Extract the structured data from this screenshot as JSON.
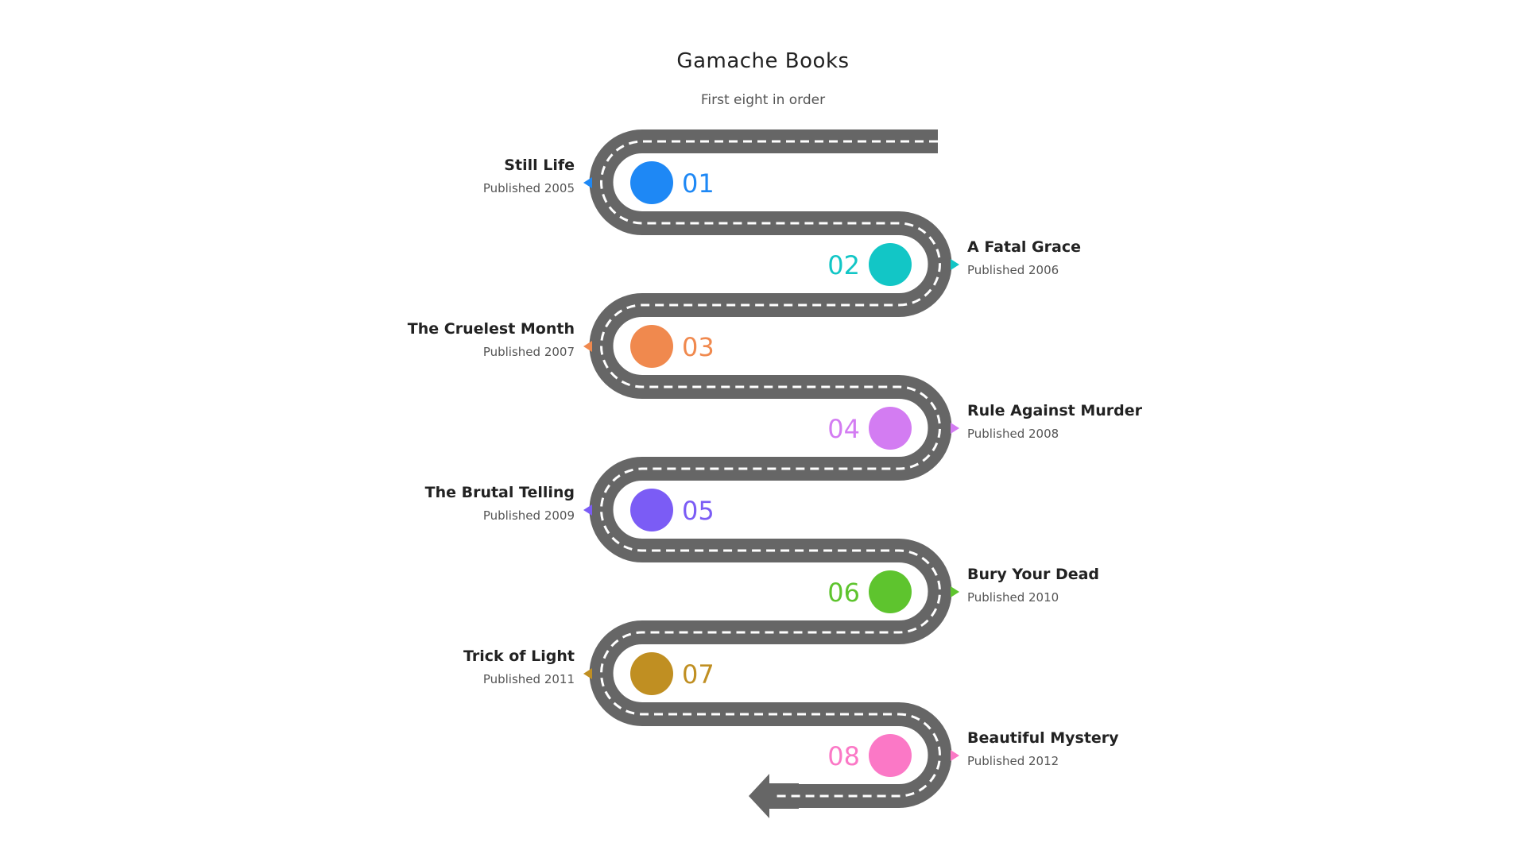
{
  "header": {
    "title": "Gamache Books",
    "subtitle": "First eight in order"
  },
  "colors": {
    "road": "#666666",
    "lane": "#ffffff"
  },
  "steps": [
    {
      "number": "01",
      "title": "Still Life",
      "subtitle": "Published 2005",
      "color": "#1e88f5"
    },
    {
      "number": "02",
      "title": "A Fatal Grace",
      "subtitle": "Published 2006",
      "color": "#12c6c6"
    },
    {
      "number": "03",
      "title": "The Cruelest Month",
      "subtitle": "Published 2007",
      "color": "#f0894e"
    },
    {
      "number": "04",
      "title": "Rule Against Murder",
      "subtitle": "Published 2008",
      "color": "#d37cf2"
    },
    {
      "number": "05",
      "title": "The Brutal Telling",
      "subtitle": "Published 2009",
      "color": "#7b5cf5"
    },
    {
      "number": "06",
      "title": "Bury Your Dead",
      "subtitle": "Published 2010",
      "color": "#5ec42e"
    },
    {
      "number": "07",
      "title": "Trick of Light",
      "subtitle": "Published 2011",
      "color": "#c08f22"
    },
    {
      "number": "08",
      "title": "Beautiful Mystery",
      "subtitle": "Published 2012",
      "color": "#fb78c6"
    }
  ]
}
